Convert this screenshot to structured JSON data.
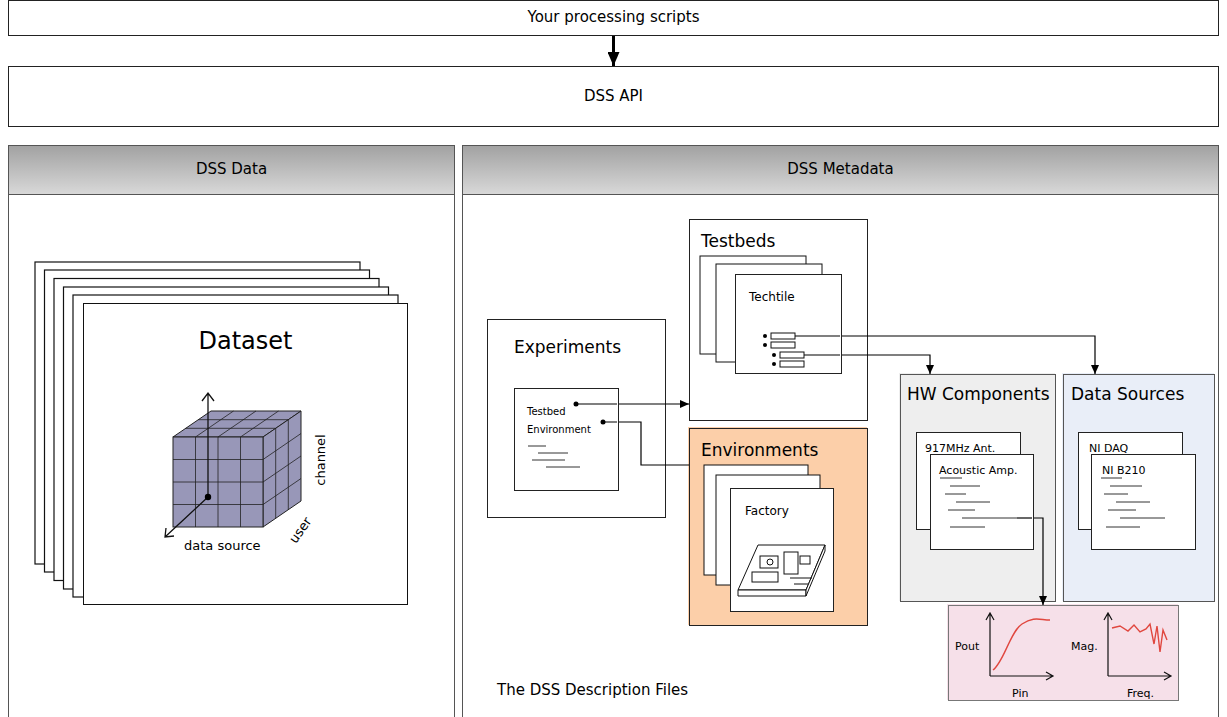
{
  "diagram": {
    "nodes": [
      {
        "text": [
          "Your processing scripts"
        ]
      },
      {
        "text": [
          "DSS API"
        ]
      },
      {
        "text": [
          "DSS Data"
        ]
      },
      {
        "text": [
          "Dataset",
          "channel",
          "user",
          "data source"
        ],
        "in": 2
      },
      {
        "text": [
          "DSS Metadata"
        ]
      },
      {
        "text": [
          "Experiments"
        ],
        "in": 4
      },
      {
        "text": [
          "Testbed",
          "Environment"
        ],
        "in": 5
      },
      {
        "text": [
          "Testbeds"
        ],
        "in": 4
      },
      {
        "text": [
          "Techtile"
        ],
        "in": 7
      },
      {
        "text": [
          "Environments"
        ],
        "in": 4
      },
      {
        "text": [
          "Factory"
        ],
        "in": 9
      },
      {
        "text": [
          "HW Components"
        ],
        "in": 4
      },
      {
        "text": [
          "917MHz Ant."
        ],
        "in": 11
      },
      {
        "text": [
          "Acoustic Amp."
        ],
        "in": 11
      },
      {
        "text": [
          "Data Sources"
        ],
        "in": 4
      },
      {
        "text": [
          "NI DAQ"
        ],
        "in": 14
      },
      {
        "text": [
          "NI B210"
        ],
        "in": 14
      },
      {
        "text": [
          "Pout",
          "Pin",
          "Mag.",
          "Freq."
        ],
        "in": 4
      }
    ],
    "edges": [
      {
        "from": 0,
        "to": 1,
        "arrow": "to"
      },
      {
        "from": 6,
        "to": 7,
        "arrow": "to"
      },
      {
        "from": 6,
        "to": 9,
        "arrow": "none"
      },
      {
        "from": 8,
        "to": 11,
        "arrow": "to"
      },
      {
        "from": 8,
        "to": 14,
        "arrow": "to"
      },
      {
        "from": 13,
        "to": 17,
        "arrow": "to"
      }
    ],
    "labels": [
      "The DSS Description Files"
    ]
  }
}
